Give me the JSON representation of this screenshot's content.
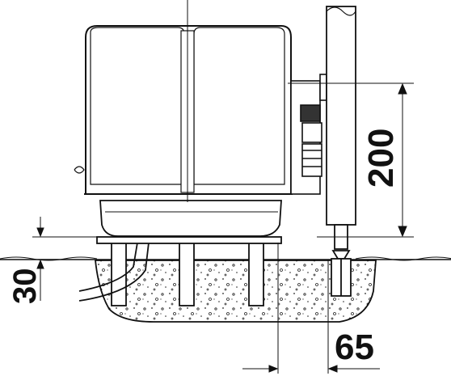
{
  "dimensions": {
    "height_200": "200",
    "offset_30": "30",
    "offset_65": "65"
  },
  "colors": {
    "line": "#111111",
    "background": "#ffffff",
    "gravel": "#222222"
  }
}
